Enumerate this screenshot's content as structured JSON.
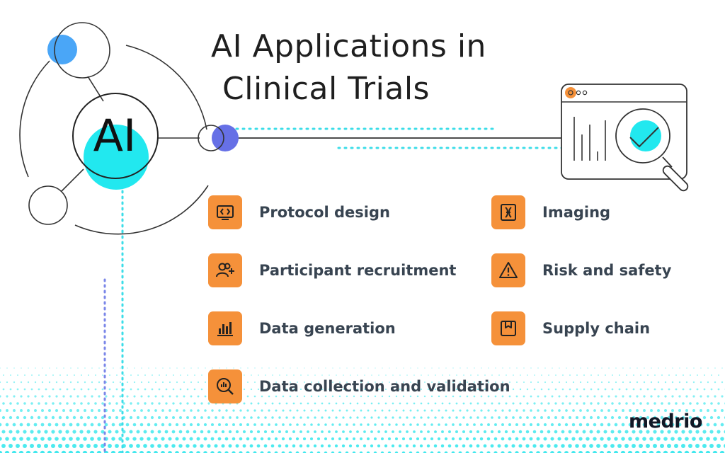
{
  "title": {
    "line1": "AI Applications in",
    "line2": "Clinical Trials"
  },
  "hub": {
    "label": "AI"
  },
  "items": [
    {
      "label": "Protocol design",
      "icon": "protocol-icon"
    },
    {
      "label": "Participant recruitment",
      "icon": "add-users-icon"
    },
    {
      "label": "Data generation",
      "icon": "bar-chart-icon"
    },
    {
      "label": "Data collection and validation",
      "icon": "magnify-chart-icon"
    },
    {
      "label": "Imaging",
      "icon": "scan-icon"
    },
    {
      "label": "Risk and safety",
      "icon": "warning-icon"
    },
    {
      "label": "Supply chain",
      "icon": "box-icon"
    }
  ],
  "brand": {
    "name": "medrio"
  },
  "colors": {
    "accent": "#f5913a",
    "cyan": "#2ee6ec",
    "blue": "#4a9cf5",
    "indigo": "#6670e6",
    "text": "#384451"
  }
}
